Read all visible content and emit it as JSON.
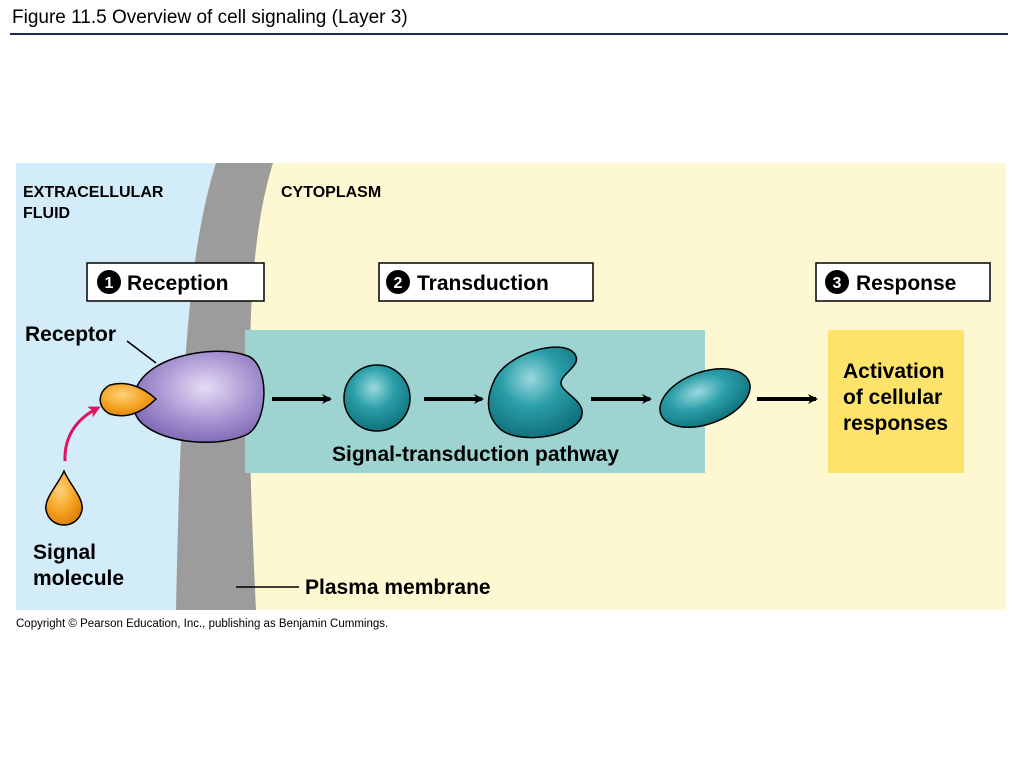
{
  "page": {
    "title": "Figure 11.5  Overview of cell signaling (Layer 3)",
    "copyright": "Copyright © Pearson Education, Inc., publishing as Benjamin Cummings."
  },
  "diagram": {
    "regions": {
      "extracellular_line1": "EXTRACELLULAR",
      "extracellular_line2": "FLUID",
      "cytoplasm": "CYTOPLASM"
    },
    "stages": [
      {
        "number": "1",
        "label": "Reception"
      },
      {
        "number": "2",
        "label": "Transduction"
      },
      {
        "number": "3",
        "label": "Response"
      }
    ],
    "labels": {
      "receptor": "Receptor",
      "signal_line1": "Signal",
      "signal_line2": "molecule",
      "pathway": "Signal-transduction pathway",
      "membrane": "Plasma membrane"
    },
    "response_box": {
      "line1": "Activation",
      "line2": "of cellular",
      "line3": "responses"
    },
    "colors": {
      "extracellular": "#d3ecf9",
      "cytoplasm": "#fdf7d2",
      "membrane": "#9c9c9c",
      "pathway_box": "#9dd4d2",
      "response_box": "#fde36a",
      "receptor": "#9f8ccc",
      "signal": "#f5a11f",
      "relay": "#1a8f9a",
      "signal_arrow": "#e0145e"
    }
  }
}
